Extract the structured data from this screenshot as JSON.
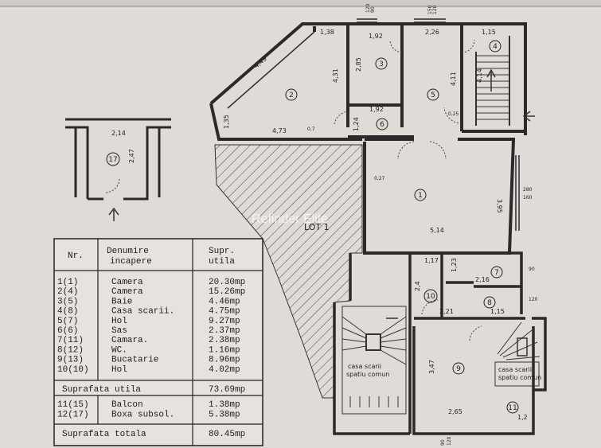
{
  "watermark": "Refinder Elite",
  "lot_label": "LOT 1",
  "rooms": [
    {
      "id": "room-1",
      "label": "1"
    },
    {
      "id": "room-2",
      "label": "2"
    },
    {
      "id": "room-3",
      "label": "3"
    },
    {
      "id": "room-4",
      "label": "4"
    },
    {
      "id": "room-5",
      "label": "5"
    },
    {
      "id": "room-6",
      "label": "6"
    },
    {
      "id": "room-7",
      "label": "7"
    },
    {
      "id": "room-8",
      "label": "8"
    },
    {
      "id": "room-9",
      "label": "9"
    },
    {
      "id": "room-10",
      "label": "10"
    },
    {
      "id": "room-11",
      "label": "11"
    },
    {
      "id": "room-17",
      "label": "17"
    }
  ],
  "dimensions": {
    "d_1_38": "1,38",
    "d_1_92_top": "1,92",
    "d_2_26": "2,26",
    "d_1_15_top": "1,15",
    "d_4_49": "4,49",
    "d_4_31": "4,31",
    "d_2_85": "2,85",
    "d_4_11": "4,11",
    "d_4_14": "4,14",
    "d_1_35": "1,35",
    "d_4_73": "4,73",
    "d_1_24": "1,24",
    "d_1_92_mid": "1,92",
    "d_5_14": "5,14",
    "d_3_95": "3,95",
    "d_1_17": "1,17",
    "d_1_23": "1,23",
    "d_2_16": "2,16",
    "d_2_4": "2,4",
    "d_2_21": "2,21",
    "d_1_15_bot": "1,15",
    "d_3_47": "3,47",
    "d_2_65": "2,65",
    "d_1_2": "1,2",
    "d_2_14": "2,14",
    "d_2_47": "2,47",
    "d_0_27": "0,27",
    "d_0_25": "0,25",
    "d_0_7": "0,7",
    "w_280_160": "280",
    "w_160": "160",
    "w_90": "90",
    "w_120": "120",
    "top_120": "120",
    "top_90": "90",
    "top_150": "150",
    "top_120b": "120",
    "bot_90": "90",
    "bot_120": "120"
  },
  "stair_labels": {
    "left_line1": "casa scarii",
    "left_line2": "spatiu comun",
    "right_line1": "casa scarii",
    "right_line2": "spatiu comun"
  },
  "table": {
    "header_nr": "Nr.",
    "header_name_1": "Denumire",
    "header_name_2": "incapere",
    "header_area_1": "Supr.",
    "header_area_2": "utila",
    "rows": [
      {
        "nr": "1(1)",
        "name": "Camera",
        "area": "20.30mp"
      },
      {
        "nr": "2(4)",
        "name": "Camera",
        "area": "15.26mp"
      },
      {
        "nr": "3(5)",
        "name": "Baie",
        "area": "4.46mp"
      },
      {
        "nr": "4(8)",
        "name": "Casa scarii.",
        "area": "4.75mp"
      },
      {
        "nr": "5(7)",
        "name": "Hol",
        "area": "9.27mp"
      },
      {
        "nr": "6(6)",
        "name": "Sas",
        "area": "2.37mp"
      },
      {
        "nr": "7(11)",
        "name": "Camara.",
        "area": "2.38mp"
      },
      {
        "nr": "8(12)",
        "name": "WC.",
        "area": "1.16mp"
      },
      {
        "nr": "9(13)",
        "name": "Bucatarie",
        "area": "8.96mp"
      },
      {
        "nr": "10(10)",
        "name": "Hol",
        "area": "4.02mp"
      }
    ],
    "useful_label": "Suprafata utila",
    "useful_value": "73.69mp",
    "extra_rows": [
      {
        "nr": "11(15)",
        "name": "Balcon",
        "area": "1.38mp"
      },
      {
        "nr": "12(17)",
        "name": "Boxa subsol.",
        "area": "5.38mp"
      }
    ],
    "total_label": "Suprafata totala",
    "total_value": "80.45mp"
  },
  "colors": {
    "paper": "#dfdcd7",
    "wall": "#2a2a2a",
    "ink": "#222222",
    "watermark": "#ffffff"
  }
}
